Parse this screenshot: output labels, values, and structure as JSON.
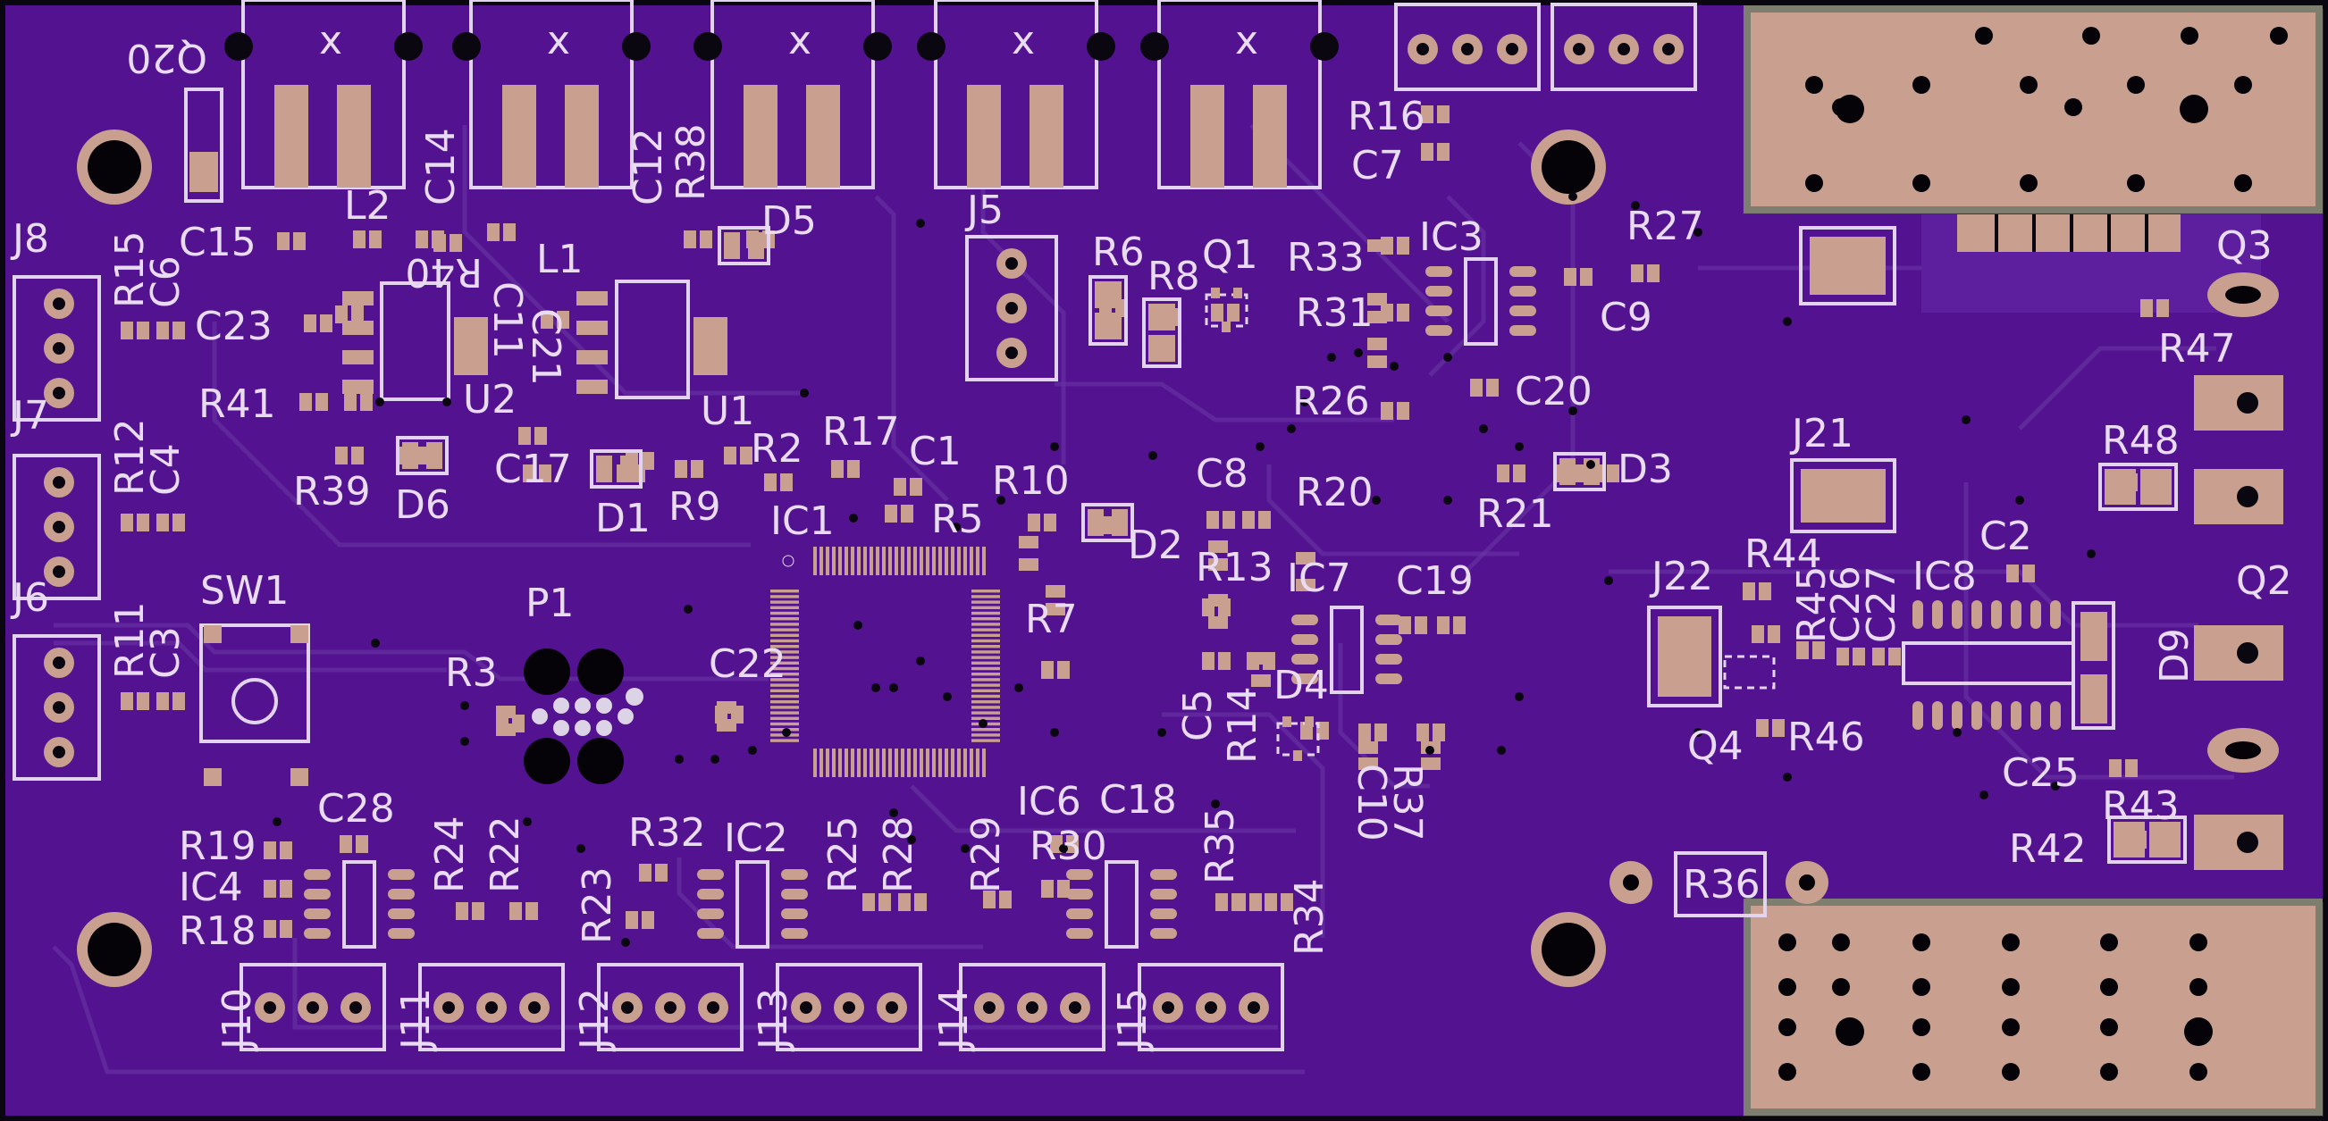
{
  "board": {
    "colors": {
      "substrate": "#53128f",
      "copper_pour": "#5a1a9a",
      "silkscreen": "#e9dcf2",
      "pad": "#c9a08f",
      "edge": "#0b0711"
    },
    "labels": [
      {
        "id": "C7t",
        "text": "C7"
      },
      {
        "id": "J8",
        "text": "J8"
      },
      {
        "id": "J7",
        "text": "J7"
      },
      {
        "id": "J6",
        "text": "J6"
      },
      {
        "id": "R15",
        "text": "R15"
      },
      {
        "id": "C6",
        "text": "C6"
      },
      {
        "id": "R12",
        "text": "R12"
      },
      {
        "id": "C4",
        "text": "C4"
      },
      {
        "id": "R11",
        "text": "R11"
      },
      {
        "id": "C3",
        "text": "C3"
      },
      {
        "id": "C15",
        "text": "C15"
      },
      {
        "id": "L2",
        "text": "L2"
      },
      {
        "id": "C14",
        "text": "C14"
      },
      {
        "id": "C23",
        "text": "C23"
      },
      {
        "id": "R40",
        "text": "R40"
      },
      {
        "id": "R41",
        "text": "R41"
      },
      {
        "id": "U2",
        "text": "U2"
      },
      {
        "id": "C11",
        "text": "C11"
      },
      {
        "id": "C21",
        "text": "C21"
      },
      {
        "id": "L1",
        "text": "L1"
      },
      {
        "id": "U1",
        "text": "U1"
      },
      {
        "id": "C12",
        "text": "C12"
      },
      {
        "id": "R38",
        "text": "R38"
      },
      {
        "id": "D5",
        "text": "D5"
      },
      {
        "id": "R39",
        "text": "R39"
      },
      {
        "id": "D6",
        "text": "D6"
      },
      {
        "id": "C17",
        "text": "C17"
      },
      {
        "id": "D1",
        "text": "D1"
      },
      {
        "id": "R9",
        "text": "R9"
      },
      {
        "id": "R2",
        "text": "R2"
      },
      {
        "id": "R17",
        "text": "R17"
      },
      {
        "id": "C1",
        "text": "C1"
      },
      {
        "id": "IC1",
        "text": "IC1"
      },
      {
        "id": "R5",
        "text": "R5"
      },
      {
        "id": "SW1",
        "text": "SW1"
      },
      {
        "id": "P1",
        "text": "P1"
      },
      {
        "id": "R3",
        "text": "R3"
      },
      {
        "id": "C22",
        "text": "C22"
      },
      {
        "id": "J5",
        "text": "J5"
      },
      {
        "id": "R6",
        "text": "R6"
      },
      {
        "id": "R8",
        "text": "R8"
      },
      {
        "id": "Q1",
        "text": "Q1"
      },
      {
        "id": "R10",
        "text": "R10"
      },
      {
        "id": "D2",
        "text": "D2"
      },
      {
        "id": "R7",
        "text": "R7"
      },
      {
        "id": "R16",
        "text": "R16"
      },
      {
        "id": "C7",
        "text": "C7"
      },
      {
        "id": "R33",
        "text": "R33"
      },
      {
        "id": "R31",
        "text": "R31"
      },
      {
        "id": "IC3",
        "text": "IC3"
      },
      {
        "id": "C9",
        "text": "C9"
      },
      {
        "id": "R27",
        "text": "R27"
      },
      {
        "id": "R26",
        "text": "R26"
      },
      {
        "id": "C20",
        "text": "C20"
      },
      {
        "id": "C8",
        "text": "C8"
      },
      {
        "id": "R20",
        "text": "R20"
      },
      {
        "id": "R21",
        "text": "R21"
      },
      {
        "id": "D3",
        "text": "D3"
      },
      {
        "id": "R13",
        "text": "R13"
      },
      {
        "id": "IC7",
        "text": "IC7"
      },
      {
        "id": "C19",
        "text": "C19"
      },
      {
        "id": "C5",
        "text": "C5"
      },
      {
        "id": "R14",
        "text": "R14"
      },
      {
        "id": "D4",
        "text": "D4"
      },
      {
        "id": "C10",
        "text": "C10"
      },
      {
        "id": "R37",
        "text": "R37"
      },
      {
        "id": "J21",
        "text": "J21"
      },
      {
        "id": "J22",
        "text": "J22"
      },
      {
        "id": "R44",
        "text": "R44"
      },
      {
        "id": "R45",
        "text": "R45"
      },
      {
        "id": "C26",
        "text": "C26"
      },
      {
        "id": "C27",
        "text": "C27"
      },
      {
        "id": "IC8",
        "text": "IC8"
      },
      {
        "id": "C2",
        "text": "C2"
      },
      {
        "id": "Q4",
        "text": "Q4"
      },
      {
        "id": "R46",
        "text": "R46"
      },
      {
        "id": "Q3",
        "text": "Q3"
      },
      {
        "id": "R47",
        "text": "R47"
      },
      {
        "id": "R48",
        "text": "R48"
      },
      {
        "id": "Q2",
        "text": "Q2"
      },
      {
        "id": "D9",
        "text": "D9"
      },
      {
        "id": "C25",
        "text": "C25"
      },
      {
        "id": "R43",
        "text": "R43"
      },
      {
        "id": "R42",
        "text": "R42"
      },
      {
        "id": "R36",
        "text": "R36"
      },
      {
        "id": "C28",
        "text": "C28"
      },
      {
        "id": "R19",
        "text": "R19"
      },
      {
        "id": "IC4",
        "text": "IC4"
      },
      {
        "id": "R18",
        "text": "R18"
      },
      {
        "id": "R24",
        "text": "R24"
      },
      {
        "id": "R22",
        "text": "R22"
      },
      {
        "id": "R32",
        "text": "R32"
      },
      {
        "id": "IC2",
        "text": "IC2"
      },
      {
        "id": "R23",
        "text": "R23"
      },
      {
        "id": "R25",
        "text": "R25"
      },
      {
        "id": "R28",
        "text": "R28"
      },
      {
        "id": "R29",
        "text": "R29"
      },
      {
        "id": "IC6",
        "text": "IC6"
      },
      {
        "id": "R30",
        "text": "R30"
      },
      {
        "id": "C18",
        "text": "C18"
      },
      {
        "id": "R35",
        "text": "R35"
      },
      {
        "id": "R34",
        "text": "R34"
      },
      {
        "id": "J10",
        "text": "J10"
      },
      {
        "id": "J11",
        "text": "J11"
      },
      {
        "id": "J12",
        "text": "J12"
      },
      {
        "id": "J13",
        "text": "J13"
      },
      {
        "id": "J14",
        "text": "J14"
      },
      {
        "id": "J15",
        "text": "J15"
      },
      {
        "id": "Q20",
        "text": "Q20"
      }
    ]
  }
}
